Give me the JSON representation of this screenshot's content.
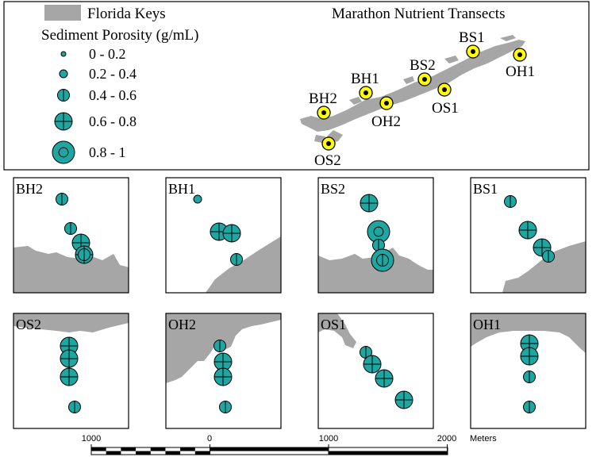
{
  "legend": {
    "land_label": "Florida Keys",
    "porosity_title": "Sediment Porosity (g/mL)",
    "classes": [
      "0 - 0.2",
      "0.2 - 0.4",
      "0.4 - 0.6",
      "0.6 - 0.8",
      "0.8 - 1"
    ]
  },
  "map_title": "Marathon Nutrient Transects",
  "overview_sites": [
    {
      "id": "BS1",
      "label": "BS1"
    },
    {
      "id": "OH1",
      "label": "OH1"
    },
    {
      "id": "BS2",
      "label": "BS2"
    },
    {
      "id": "OS1",
      "label": "OS1"
    },
    {
      "id": "BH1",
      "label": "BH1"
    },
    {
      "id": "OH2",
      "label": "OH2"
    },
    {
      "id": "BH2",
      "label": "BH2"
    },
    {
      "id": "OS2",
      "label": "OS2"
    }
  ],
  "panels": [
    {
      "id": "BH2",
      "label": "BH2",
      "porosity_classes": [
        3,
        3,
        4,
        4,
        3
      ]
    },
    {
      "id": "BH1",
      "label": "BH1",
      "porosity_classes": [
        2,
        4,
        4,
        3
      ]
    },
    {
      "id": "BS2",
      "label": "BS2",
      "porosity_classes": [
        4,
        5,
        3,
        5,
        3
      ]
    },
    {
      "id": "BS1",
      "label": "BS1",
      "porosity_classes": [
        3,
        4,
        4,
        3
      ]
    },
    {
      "id": "OS2",
      "label": "OS2",
      "porosity_classes": [
        4,
        4,
        4,
        3
      ]
    },
    {
      "id": "OH2",
      "label": "OH2",
      "porosity_classes": [
        3,
        4,
        4,
        3
      ]
    },
    {
      "id": "OS1",
      "label": "OS1",
      "porosity_classes": [
        3,
        4,
        4,
        4
      ]
    },
    {
      "id": "OH1",
      "label": "OH1",
      "porosity_classes": [
        4,
        4,
        3,
        3
      ]
    }
  ],
  "colors": {
    "land": "#a6a6a6",
    "water": "#ffffff",
    "sample_fill": "#1ea7a2",
    "site_marker_ring": "#ffff00",
    "site_marker_dot": "#000000",
    "outline": "#000000"
  },
  "scale_bar": {
    "ticks": [
      "1000",
      "0",
      "1000",
      "2000"
    ],
    "units": "Meters"
  }
}
